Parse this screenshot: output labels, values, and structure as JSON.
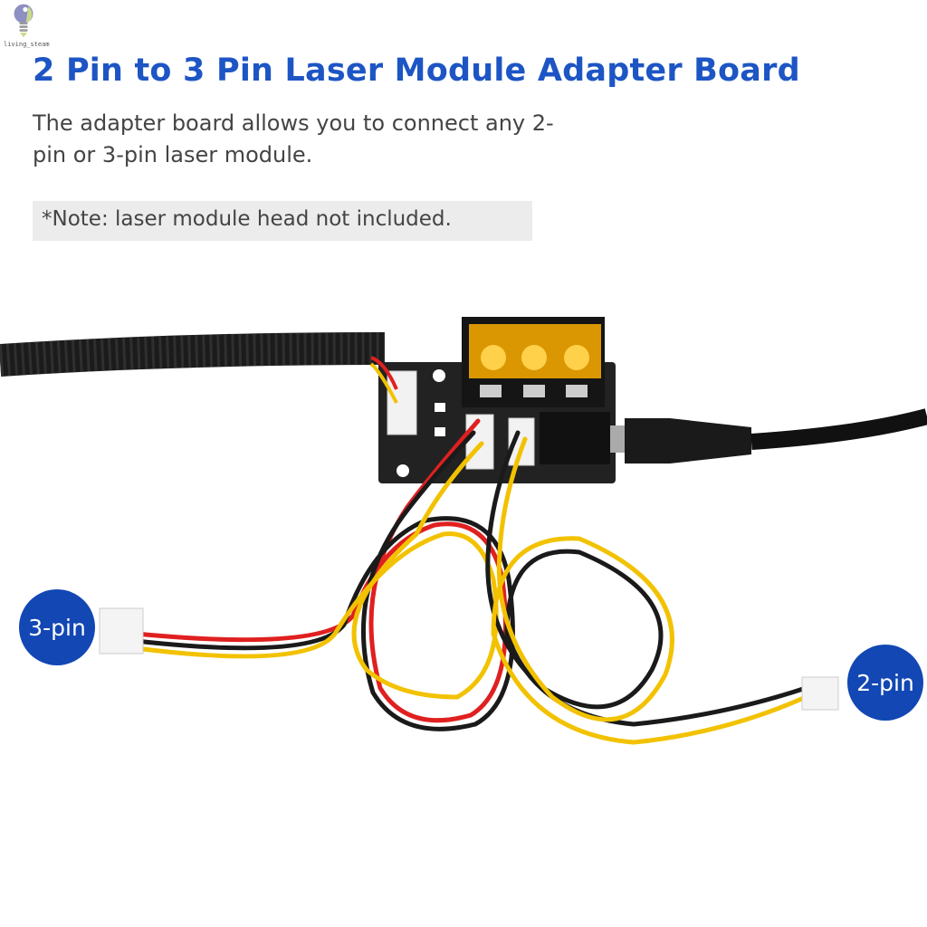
{
  "logo": {
    "text": "living_steam",
    "icon": "lightbulb-logo-icon"
  },
  "title": "2 Pin to 3 Pin Laser Module Adapter Board",
  "description": "The adapter board allows you to connect any 2-pin or 3-pin laser module.",
  "note": "*Note: laser module head not included.",
  "labels": {
    "three_pin": "3-pin",
    "two_pin": "2-pin"
  },
  "colors": {
    "title": "#1d55c4",
    "badge": "#1247b4",
    "terminal_cover": "#f0a500",
    "wire_red": "#e02020",
    "wire_yellow": "#f2c200",
    "wire_black": "#1a1a1a"
  }
}
